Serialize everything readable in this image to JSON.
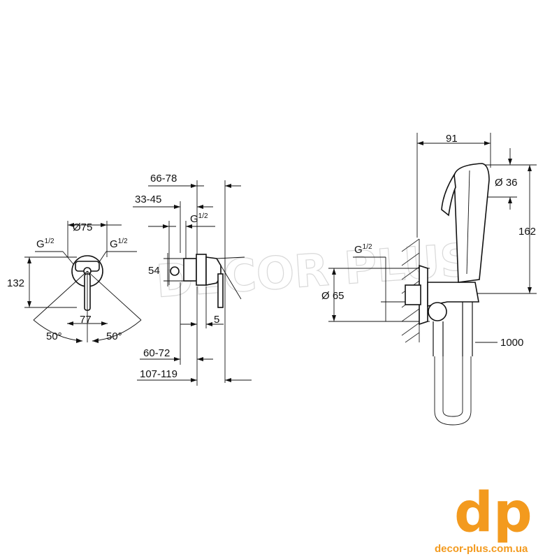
{
  "watermark": "DECOR PLUS",
  "views": {
    "front": {
      "diameter": "Ø75",
      "thread_left": "G",
      "thread_left_frac": "1/2",
      "thread_right": "G",
      "thread_right_frac": "1/2",
      "height": "132",
      "width": "77",
      "angle_left": "50°",
      "angle_right": "50°"
    },
    "side": {
      "dim_66_78": "66-78",
      "dim_33_45": "33-45",
      "thread": "G",
      "thread_frac": "1/2",
      "dim_54": "54",
      "dim_5": "5",
      "dim_60_72": "60-72",
      "dim_107_119": "107-119"
    },
    "shower_set": {
      "width_91": "91",
      "diameter_36": "Ø 36",
      "height_162": "162",
      "thread": "G",
      "thread_frac": "1/2",
      "diameter_65": "Ø 65",
      "hose_1000": "1000"
    }
  },
  "brand": {
    "logo": "dp",
    "website": "decor-plus.com.ua",
    "color": "#f39a1e"
  }
}
